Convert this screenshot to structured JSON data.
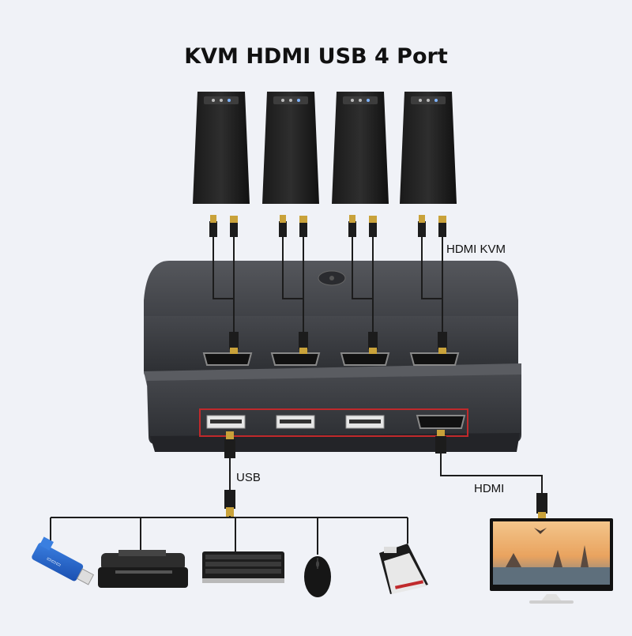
{
  "title": "KVM HDMI USB 4 Port",
  "labels": {
    "hdmi_kvm": "HDMI KVM",
    "usb": "USB",
    "hdmi": "HDMI"
  },
  "computers": [
    "pc-1",
    "pc-2",
    "pc-3",
    "pc-4"
  ],
  "peripherals": [
    "usb-flash-drive",
    "printer",
    "keyboard",
    "mouse",
    "scanner"
  ],
  "colors": {
    "background": "#f0f2f7",
    "kvm_body": "#3b3d42",
    "highlight_box": "#c0292b",
    "cable": "#1c1c1c",
    "connector_gold": "#c9a23a"
  }
}
